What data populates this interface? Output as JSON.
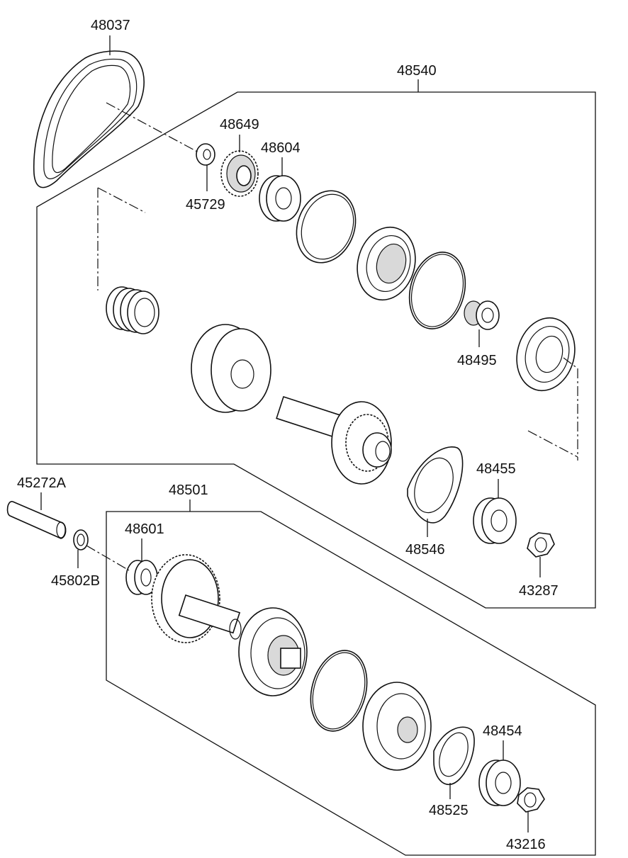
{
  "diagram": {
    "part_numbers": {
      "p48037": "48037",
      "p48540": "48540",
      "p48649": "48649",
      "p48604": "48604",
      "p45729": "45729",
      "p48495": "48495",
      "p48455": "48455",
      "p48546": "48546",
      "p43287": "43287",
      "p45272A": "45272A",
      "p48501": "48501",
      "p48601": "48601",
      "p45802B": "45802B",
      "p48454": "48454",
      "p48525": "48525",
      "p43216": "43216"
    }
  }
}
